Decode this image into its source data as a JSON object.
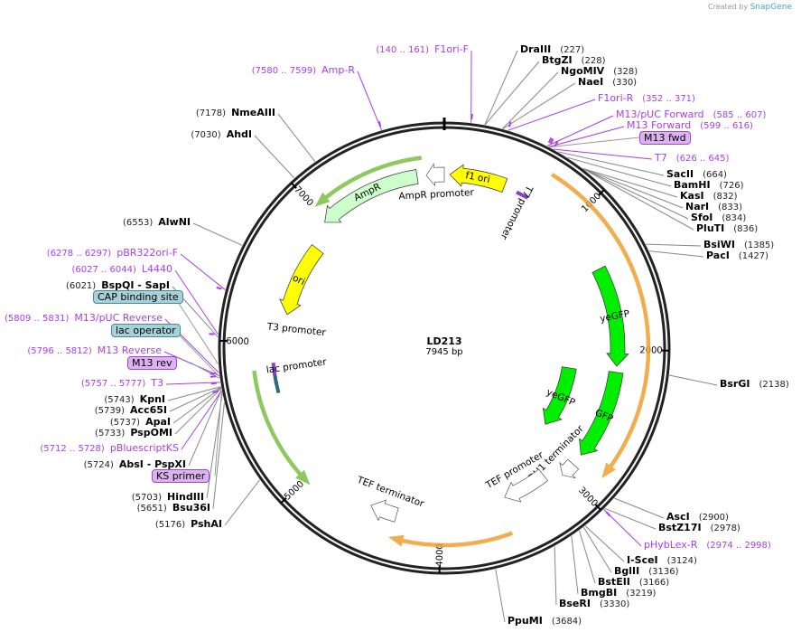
{
  "credit": {
    "prefix": "Created by",
    "brand": "SnapGene"
  },
  "plasmid": {
    "name": "LD213",
    "size_label": "7945 bp",
    "length": 7945
  },
  "ticks": [
    "1000",
    "2000",
    "3000",
    "4000",
    "5000",
    "6000",
    "7000"
  ],
  "enzymes": [
    {
      "name": "DraIII",
      "pos": "(227)",
      "bp": 227
    },
    {
      "name": "BtgZI",
      "pos": "(228)",
      "bp": 228
    },
    {
      "name": "NgoMIV",
      "pos": "(328)",
      "bp": 328
    },
    {
      "name": "NaeI",
      "pos": "(330)",
      "bp": 330
    },
    {
      "name": "SacII",
      "pos": "(664)",
      "bp": 664
    },
    {
      "name": "BamHI",
      "pos": "(726)",
      "bp": 726
    },
    {
      "name": "KasI",
      "pos": "(832)",
      "bp": 832
    },
    {
      "name": "NarI",
      "pos": "(833)",
      "bp": 833
    },
    {
      "name": "SfoI",
      "pos": "(834)",
      "bp": 834
    },
    {
      "name": "PluTI",
      "pos": "(836)",
      "bp": 836
    },
    {
      "name": "BsiWI",
      "pos": "(1385)",
      "bp": 1385
    },
    {
      "name": "PacI",
      "pos": "(1427)",
      "bp": 1427
    },
    {
      "name": "BsrGI",
      "pos": "(2138)",
      "bp": 2138
    },
    {
      "name": "AscI",
      "pos": "(2900)",
      "bp": 2900
    },
    {
      "name": "BstZ17I",
      "pos": "(2978)",
      "bp": 2978
    },
    {
      "name": "I-SceI",
      "pos": "(3124)",
      "bp": 3124
    },
    {
      "name": "BglII",
      "pos": "(3136)",
      "bp": 3136
    },
    {
      "name": "BstEII",
      "pos": "(3166)",
      "bp": 3166
    },
    {
      "name": "BmgBI",
      "pos": "(3219)",
      "bp": 3219
    },
    {
      "name": "BseRI",
      "pos": "(3330)",
      "bp": 3330
    },
    {
      "name": "PpuMI",
      "pos": "(3684)",
      "bp": 3684
    },
    {
      "name": "NmeAIII",
      "pos": "(7178)",
      "bp": 7178
    },
    {
      "name": "AhdI",
      "pos": "(7030)",
      "bp": 7030
    },
    {
      "name": "AlwNI",
      "pos": "(6553)",
      "bp": 6553
    },
    {
      "name": "BspQI   - SapI",
      "pos": "(6021)",
      "bp": 6021
    },
    {
      "name": "KpnI",
      "pos": "(5743)",
      "bp": 5743
    },
    {
      "name": "Acc65I",
      "pos": "(5739)",
      "bp": 5739
    },
    {
      "name": "ApaI",
      "pos": "(5737)",
      "bp": 5737
    },
    {
      "name": "PspOMI",
      "pos": "(5733)",
      "bp": 5733
    },
    {
      "name": "AbsI   - PspXI",
      "pos": "(5724)",
      "bp": 5724
    },
    {
      "name": "HindIII",
      "pos": "(5703)",
      "bp": 5703
    },
    {
      "name": "Bsu36I",
      "pos": "(5651)",
      "bp": 5651
    },
    {
      "name": "PshAI",
      "pos": "(5176)",
      "bp": 5176
    }
  ],
  "primers": [
    {
      "name": "F1ori-F",
      "pos": "(140 .. 161)",
      "bp": 150
    },
    {
      "name": "Amp-R",
      "pos": "(7580 .. 7599)",
      "bp": 7590
    },
    {
      "name": "F1ori-R",
      "pos": "(352 .. 371)",
      "bp": 361
    },
    {
      "name": "M13/pUC Forward",
      "pos": "(585 .. 607)",
      "bp": 596
    },
    {
      "name": "M13 Forward",
      "pos": "(599 .. 616)",
      "bp": 607
    },
    {
      "name": "T7",
      "pos": "(626 .. 645)",
      "bp": 635
    },
    {
      "name": "pHybLex-R",
      "pos": "(2974 .. 2998)",
      "bp": 2986
    },
    {
      "name": "pBR322ori-F",
      "pos": "(6278 .. 6297)",
      "bp": 6287
    },
    {
      "name": "L4440",
      "pos": "(6027 .. 6044)",
      "bp": 6035
    },
    {
      "name": "M13/pUC Reverse",
      "pos": "(5809 .. 5831)",
      "bp": 5820
    },
    {
      "name": "M13 Reverse",
      "pos": "(5796 .. 5812)",
      "bp": 5804
    },
    {
      "name": "T3",
      "pos": "(5757 .. 5777)",
      "bp": 5767
    },
    {
      "name": "pBluescriptKS",
      "pos": "(5712 .. 5728)",
      "bp": 5720
    }
  ],
  "boxed": [
    {
      "name": "M13 fwd",
      "style": "purple",
      "bp": 610
    },
    {
      "name": "CAP binding site",
      "style": "teal",
      "bp": 5870
    },
    {
      "name": "lac operator",
      "style": "teal",
      "bp": 5800
    },
    {
      "name": "M13 rev",
      "style": "purple",
      "bp": 5790
    },
    {
      "name": "KS primer",
      "style": "purple",
      "bp": 5718
    }
  ],
  "features": [
    {
      "label": "f1 ori",
      "start": 450,
      "end": 40,
      "color": "#ffff00",
      "ring": "in"
    },
    {
      "label": "AmpR promoter",
      "start": 7945,
      "end": 7813,
      "color": "#ffffff",
      "ring": "in"
    },
    {
      "label": "AmpR",
      "start": 7746,
      "end": 6983,
      "color": "#ccffcc",
      "ring": "in"
    },
    {
      "label": "ori",
      "start": 6797,
      "end": 6224,
      "color": "#ffff00",
      "ring": "mid"
    },
    {
      "label": "yeGFP",
      "start": 1390,
      "end": 2119,
      "color": "#00ee00",
      "ring": "in"
    },
    {
      "label": "GFP",
      "start": 2163,
      "end": 2825,
      "color": "#00ee00",
      "ring": "in"
    },
    {
      "label": "yeGFP",
      "start": 2185,
      "end": 2803,
      "color": "#00ee00",
      "ring": "inner"
    },
    {
      "label": "ADH1 terminator",
      "start": 2913,
      "end": 3024,
      "color": "#ffffff",
      "ring": "in"
    },
    {
      "label": "TEF promoter",
      "start": 3134,
      "end": 3487,
      "color": "#ffffff",
      "ring": "mid"
    },
    {
      "label": "TEF terminator",
      "start": 4326,
      "end": 4525,
      "color": "#ffffff",
      "ring": "in"
    }
  ],
  "orfs": [
    {
      "start": 706,
      "end": 2847,
      "color": "#f0a030"
    },
    {
      "start": 3531,
      "end": 4326,
      "color": "#f0a030"
    },
    {
      "start": 7790,
      "end": 7018,
      "color": "#7ac040"
    },
    {
      "start": 5805,
      "end": 4966,
      "color": "#7ac040"
    }
  ],
  "small_labels": [
    "T7 promoter",
    "lac promoter",
    "T3 promoter"
  ]
}
